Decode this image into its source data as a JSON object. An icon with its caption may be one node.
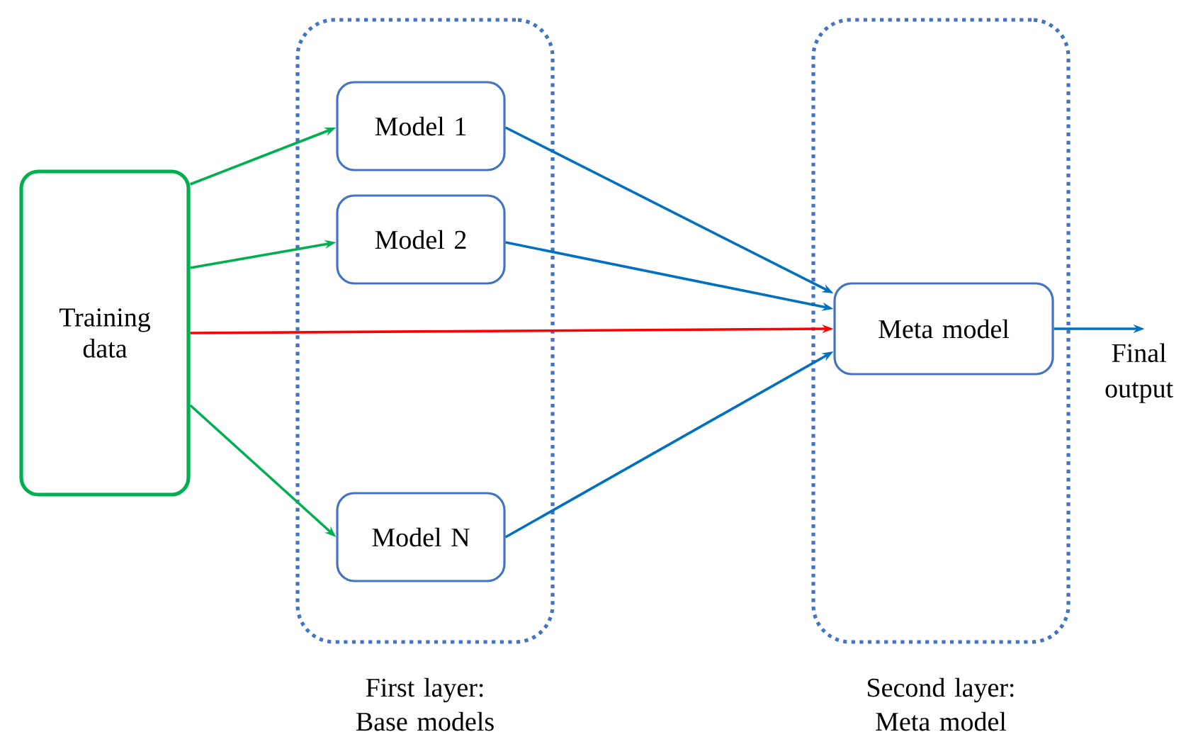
{
  "diagram": {
    "nodes": [
      {
        "text": [
          "Training data"
        ]
      },
      {
        "text": [
          "First layer: Base models"
        ]
      },
      {
        "text": [
          "Model 1"
        ],
        "in": 1
      },
      {
        "text": [
          "Model 2"
        ],
        "in": 1
      },
      {
        "text": [
          "Model N"
        ],
        "in": 1
      },
      {
        "text": [
          "Second layer: Meta model"
        ]
      },
      {
        "text": [
          "Meta model"
        ],
        "in": 5
      }
    ],
    "edges": [
      {
        "from": 0,
        "to": 2,
        "arrow": "to",
        "color": "#00b050"
      },
      {
        "from": 0,
        "to": 3,
        "arrow": "to",
        "color": "#00b050"
      },
      {
        "from": 0,
        "to": 4,
        "arrow": "to",
        "color": "#00b050"
      },
      {
        "from": 0,
        "to": 6,
        "arrow": "to",
        "color": "#ff0000"
      },
      {
        "from": 2,
        "to": 6,
        "arrow": "to"
      },
      {
        "from": 3,
        "to": 6,
        "arrow": "to"
      },
      {
        "from": 4,
        "to": 6,
        "arrow": "to"
      },
      {
        "from": 6,
        "to": null,
        "arrow": "to",
        "label": "Final output"
      }
    ]
  }
}
